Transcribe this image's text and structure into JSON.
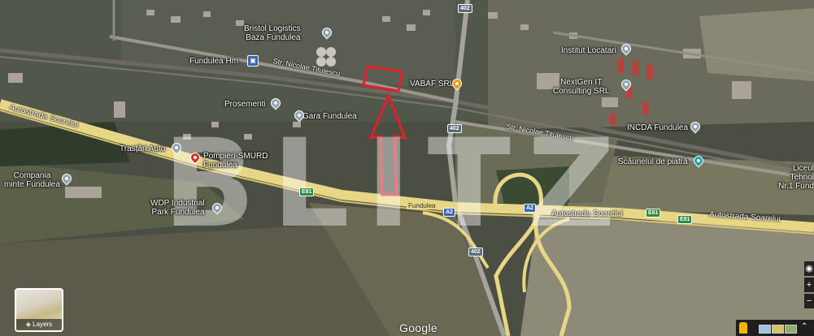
{
  "labels": {
    "bristol": "Bristol Logistics\nBaza Fundulea",
    "gara_hm": "Fundulea Hm",
    "titulescu1": "Str. Nicolae Titulescu",
    "vabaf": "VABAF SRL",
    "prosementi": "Prosementi",
    "gara": "Gara Fundulea",
    "institut": "Institut Locatari",
    "nextgen": "NextGen IT\nConsulting SRL",
    "titulescu2": "Str. Nicolae Titulescu",
    "incda": "INCDA Fundulea",
    "scaunelul": "Scăunelul de piatră",
    "liceul": "Liceul Tehnol\nNr.1 Fund",
    "autostrada1": "Autostrada Soarelui",
    "trastari": "Trasțări Auto",
    "pompieri": "Pompieri-SMURD\nFundulea",
    "compania": "Compania\nminte Fundulea",
    "wdp": "WDP Industrial\nPark Fundulea",
    "autostrada2": "Autostrada Soarelui",
    "autostrada3": "Autostrada Soarelui",
    "fundulea_road": "Fundulea"
  },
  "shields": {
    "r402a": "402",
    "r402b": "402",
    "r402c": "402",
    "e81a": "E81",
    "e81b": "E81",
    "e81c": "E81",
    "a2a": "A2",
    "a2b": "A2"
  },
  "watermark": "BLITZ",
  "layers_label": "Layers",
  "google_logo": "Google",
  "controls": {
    "zoom_in": "+",
    "zoom_out": "−"
  },
  "colors": {
    "highway": "#e8d687",
    "road": "#b7b7b7",
    "highlight": "#e0202a",
    "poi_default": "#8fa3b3",
    "poi_food": "#f29900",
    "poi_park": "#1aa5a5"
  }
}
